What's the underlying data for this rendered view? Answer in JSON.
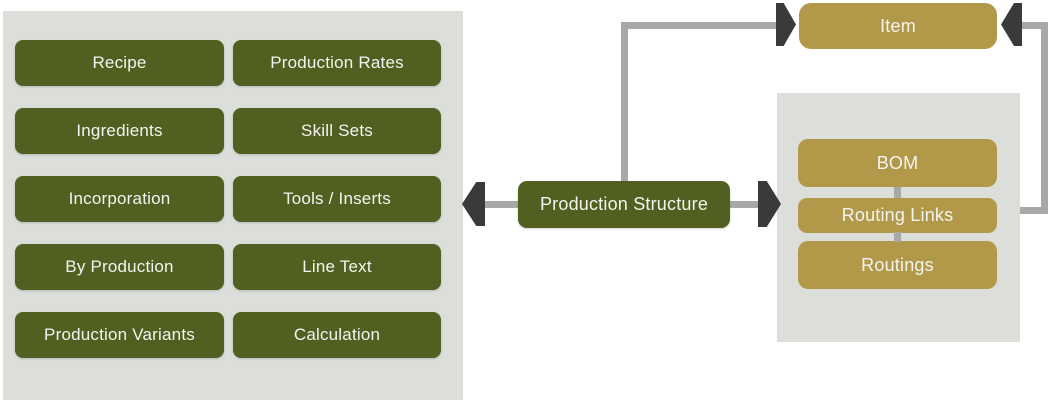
{
  "colors": {
    "node_green": "#515f21",
    "node_gold": "#b2994a",
    "panel_gray": "#dcdeda",
    "connector_gray": "#a8a8a8",
    "arrowhead_dark": "#3a3a3a",
    "label_text": "#f4f4ef"
  },
  "left_panel": {
    "buttons": [
      "Recipe",
      "Production Rates",
      "Ingredients",
      "Skill Sets",
      "Incorporation",
      "Tools / Inserts",
      "By Production",
      "Line Text",
      "Production Variants",
      "Calculation"
    ]
  },
  "center_node": {
    "label": "Production Structure"
  },
  "item_node": {
    "label": "Item"
  },
  "right_panel": {
    "boxes": [
      "BOM",
      "Routing Links",
      "Routings"
    ]
  }
}
